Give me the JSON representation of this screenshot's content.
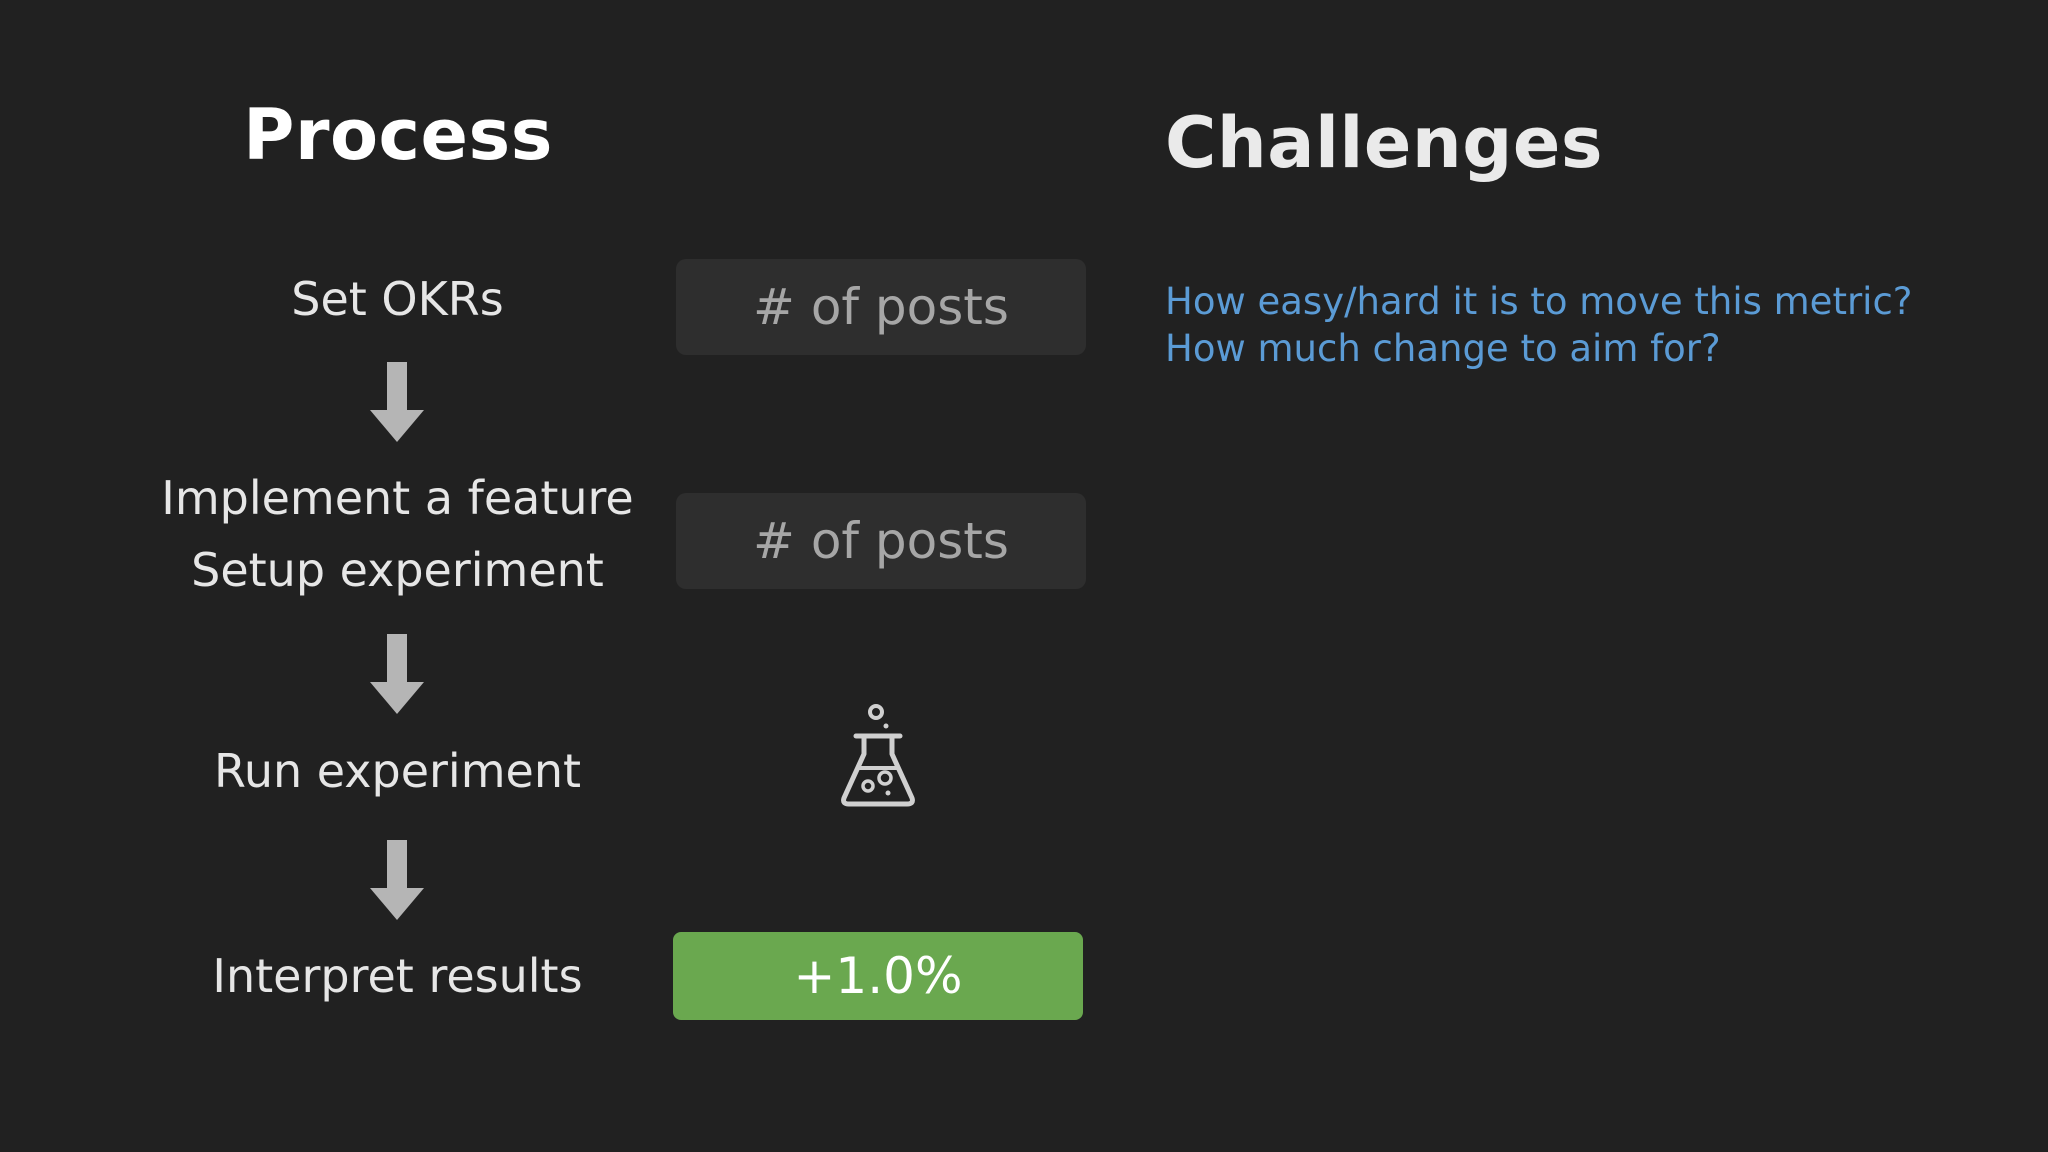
{
  "process": {
    "heading": "Process",
    "steps": [
      {
        "lines": [
          "Set OKRs"
        ]
      },
      {
        "lines": [
          "Implement a feature",
          "Setup experiment"
        ]
      },
      {
        "lines": [
          "Run experiment"
        ]
      },
      {
        "lines": [
          "Interpret results"
        ]
      }
    ]
  },
  "metrics": {
    "box_1": "# of posts",
    "box_2": "# of posts",
    "icon": "flask-icon",
    "result": "+1.0%"
  },
  "challenges": {
    "heading": "Challenges",
    "questions": [
      "How easy/hard it is to move this metric?",
      "How much change to aim for?"
    ]
  },
  "colors": {
    "background": "#212121",
    "result_green": "#6aa84f",
    "question_blue": "#5b9bd5",
    "metric_box": "#2e2e2e"
  }
}
